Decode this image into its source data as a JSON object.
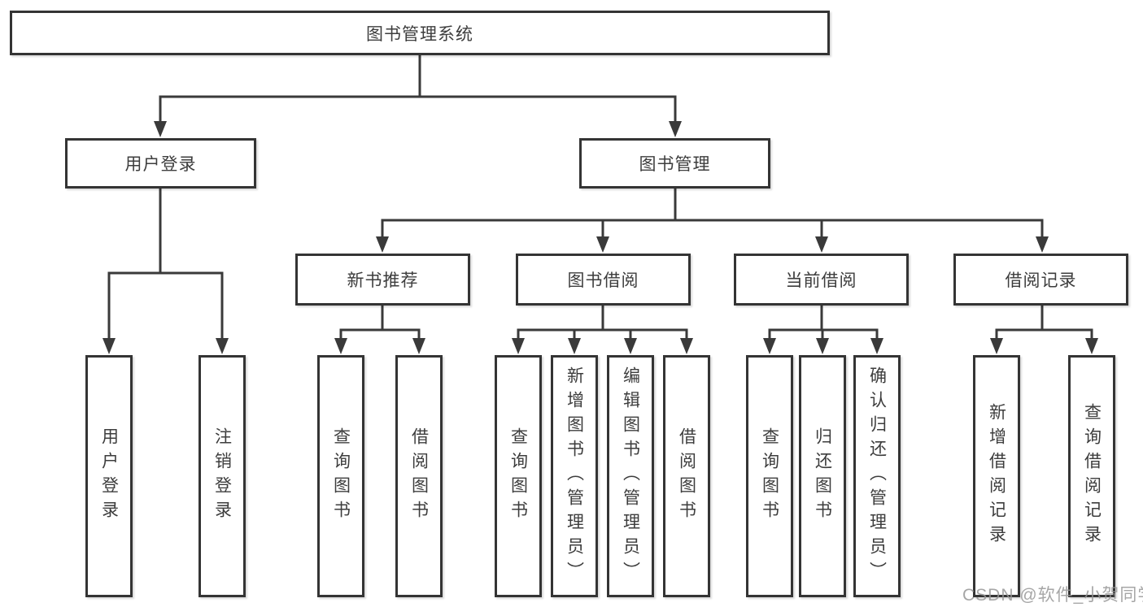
{
  "diagram": {
    "title": "图书管理系统",
    "watermark": "CSDN @软件_小贺同学",
    "nodes": {
      "root": {
        "label": "图书管理系统"
      },
      "user_login": {
        "label": "用户登录"
      },
      "book_mgmt": {
        "label": "图书管理"
      },
      "new_book_rec": {
        "label": "新书推荐"
      },
      "book_borrow": {
        "label": "图书借阅"
      },
      "current_borrow": {
        "label": "当前借阅"
      },
      "borrow_record": {
        "label": "借阅记录"
      },
      "leaf_user_login": {
        "label": "用户登录"
      },
      "leaf_logout": {
        "label": "注销登录"
      },
      "leaf_rec_query": {
        "label": "查询图书"
      },
      "leaf_rec_borrow": {
        "label": "借阅图书"
      },
      "leaf_bb_query": {
        "label": "查询图书"
      },
      "leaf_bb_add": {
        "label": "新增图书（管理员）"
      },
      "leaf_bb_edit": {
        "label": "编辑图书（管理员）"
      },
      "leaf_bb_borrow": {
        "label": "借阅图书"
      },
      "leaf_cb_query": {
        "label": "查询图书"
      },
      "leaf_cb_return": {
        "label": "归还图书"
      },
      "leaf_cb_confirm": {
        "label": "确认归还（管理员）"
      },
      "leaf_br_add": {
        "label": "新增借阅记录"
      },
      "leaf_br_query": {
        "label": "查询借阅记录"
      }
    },
    "edges": [
      {
        "from": "图书管理系统",
        "to": "用户登录"
      },
      {
        "from": "图书管理系统",
        "to": "图书管理"
      },
      {
        "from": "用户登录",
        "to": "用户登录"
      },
      {
        "from": "用户登录",
        "to": "注销登录"
      },
      {
        "from": "图书管理",
        "to": "新书推荐"
      },
      {
        "from": "图书管理",
        "to": "图书借阅"
      },
      {
        "from": "图书管理",
        "to": "当前借阅"
      },
      {
        "from": "图书管理",
        "to": "借阅记录"
      },
      {
        "from": "新书推荐",
        "to": "查询图书"
      },
      {
        "from": "新书推荐",
        "to": "借阅图书"
      },
      {
        "from": "图书借阅",
        "to": "查询图书"
      },
      {
        "from": "图书借阅",
        "to": "新增图书（管理员）"
      },
      {
        "from": "图书借阅",
        "to": "编辑图书（管理员）"
      },
      {
        "from": "图书借阅",
        "to": "借阅图书"
      },
      {
        "from": "当前借阅",
        "to": "查询图书"
      },
      {
        "from": "当前借阅",
        "to": "归还图书"
      },
      {
        "from": "当前借阅",
        "to": "确认归还（管理员）"
      },
      {
        "from": "借阅记录",
        "to": "新增借阅记录"
      },
      {
        "from": "借阅记录",
        "to": "查询借阅记录"
      }
    ]
  }
}
